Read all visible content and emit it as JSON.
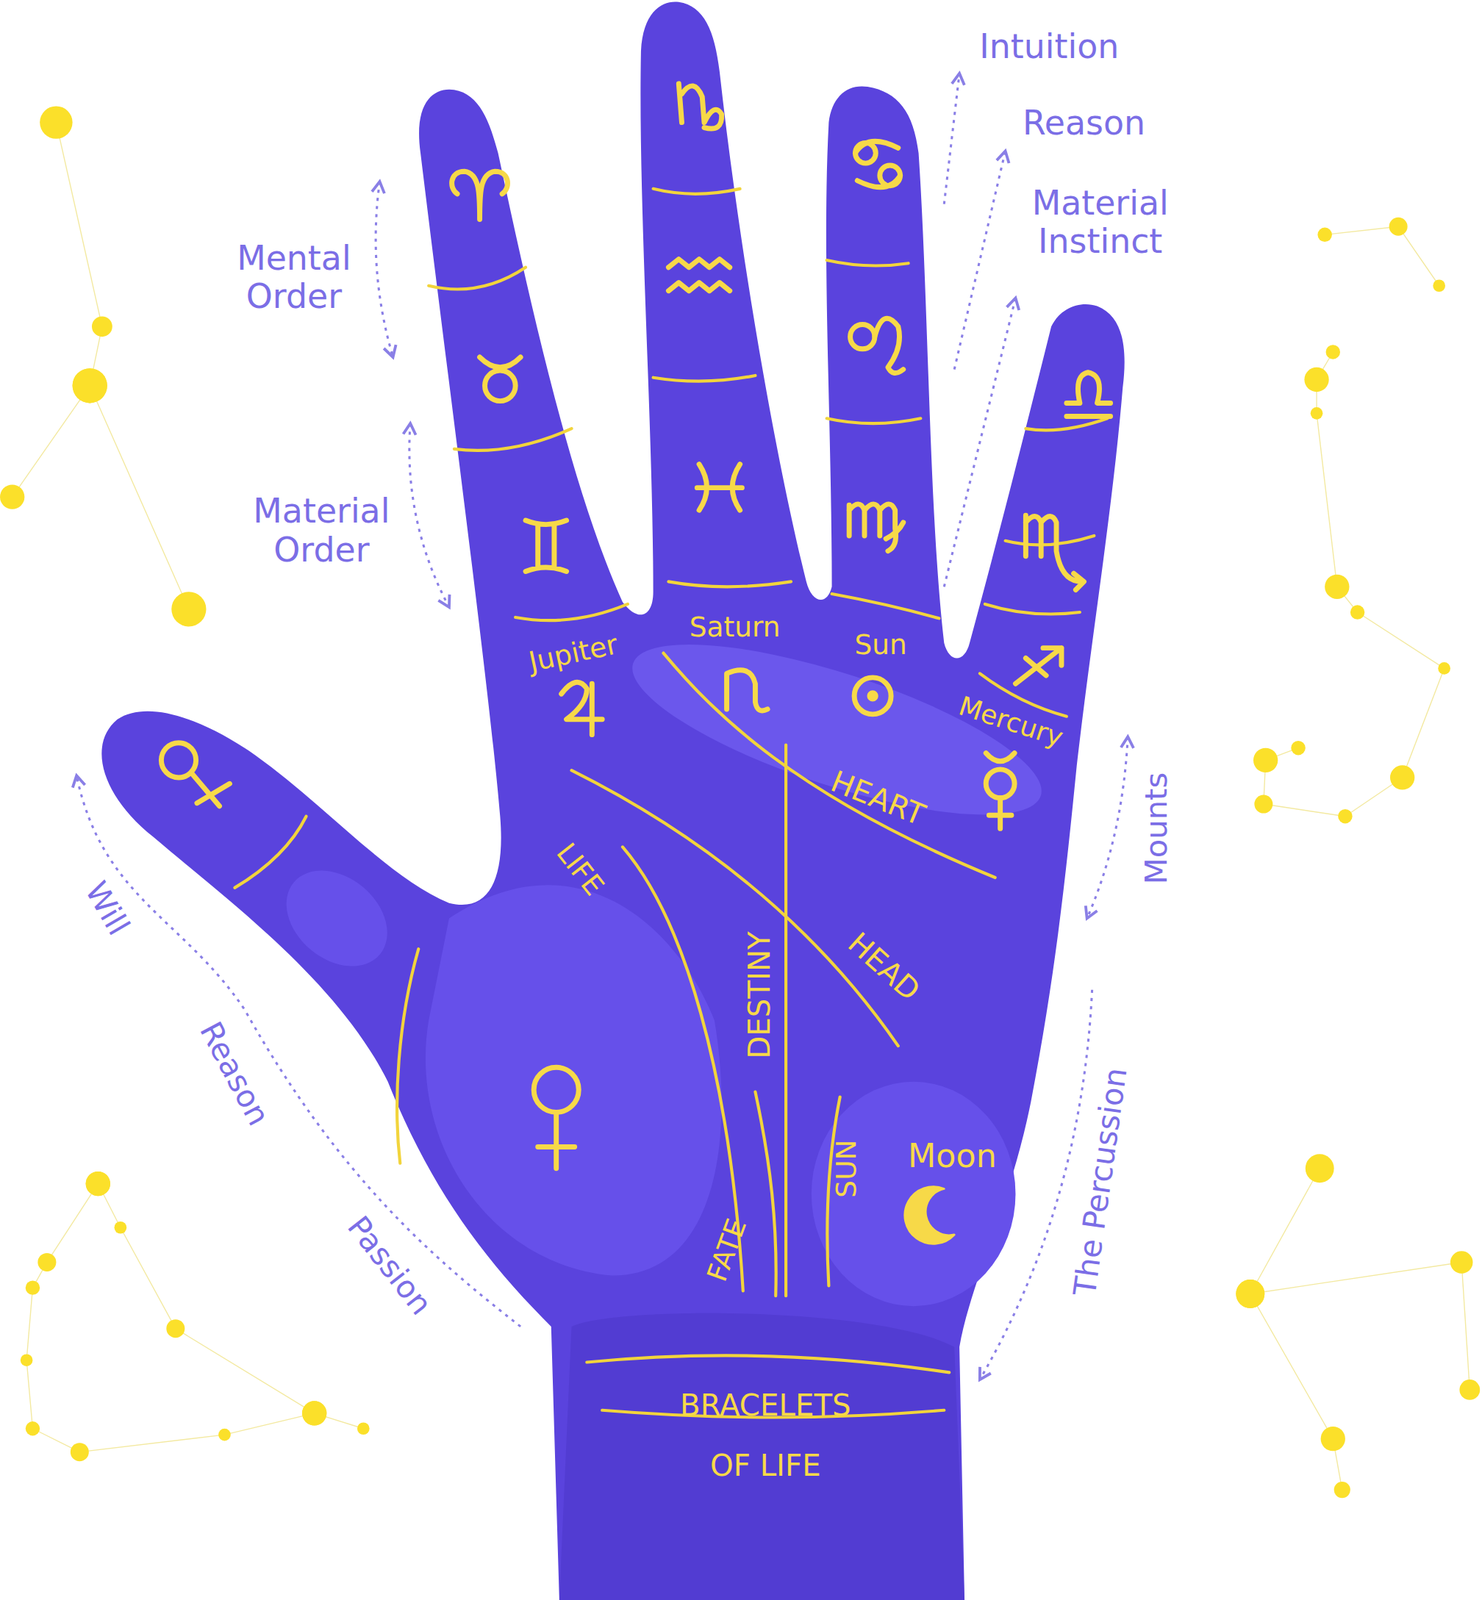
{
  "diagram": {
    "labels": [
      "Intuition",
      "Reason",
      "Material Instinct",
      "Mental Order",
      "Material Order",
      "Will",
      "Reason",
      "Passion",
      "Mounts",
      "The Percussion",
      "Jupiter",
      "Saturn",
      "Sun",
      "Mercury",
      "HEART",
      "HEAD",
      "LIFE",
      "DESTINY",
      "FATE",
      "SUN",
      "Moon",
      "BRACELETS OF LIFE"
    ]
  }
}
